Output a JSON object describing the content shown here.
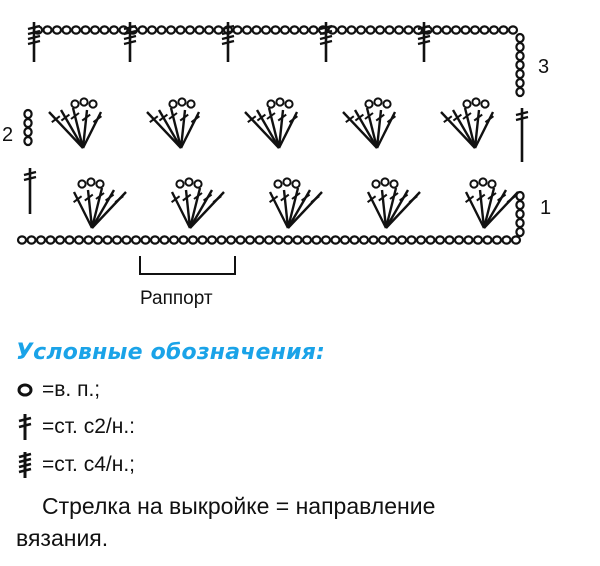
{
  "scheme": {
    "row_numbers": [
      "1",
      "2",
      "3"
    ],
    "rapport_label": "Раппорт",
    "motif_count": 5
  },
  "legend": {
    "title": "Условные обозначения:",
    "items": [
      {
        "symbol": "chain-stitch-icon",
        "text": "=в. п.;"
      },
      {
        "symbol": "double-crochet-icon",
        "text": "=ст. с2/н.:"
      },
      {
        "symbol": "quadruple-crochet-icon",
        "text": "=ст. с4/н.;"
      }
    ],
    "note_line1": "Стрелка на выкройке = направление",
    "note_line2": "вязания."
  },
  "colors": {
    "ink": "#111111",
    "title": "#1aa3e8"
  }
}
